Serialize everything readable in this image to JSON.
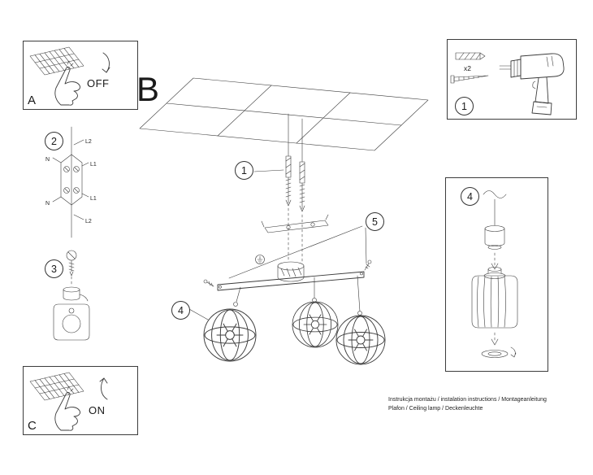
{
  "sheet": {
    "step_b_label": "B",
    "switch_off_panel": {
      "label": "A",
      "state_label": "OFF"
    },
    "switch_on_panel": {
      "label": "C",
      "state_label": "ON"
    },
    "tools_panel": {
      "step": "1",
      "dowel_qty": "x2"
    },
    "shade_panel": {
      "step": "4"
    },
    "callouts": {
      "step1": "1",
      "step2": "2",
      "step3": "3",
      "step4": "4",
      "step5": "5"
    },
    "wiring_labels": [
      "L2",
      "N",
      "L1",
      "N",
      "L1",
      "L2"
    ],
    "footer": {
      "line1": "Instrukcja montażu / instalation instructions / Montageanleitung",
      "line2": "Plafon / Ceiling lamp / Deckenleuchte"
    },
    "icons": {
      "keyboard": "keyboard-switch",
      "hand": "pressing-hand",
      "arrow": "rotate-arrow",
      "dowel": "wall-plug",
      "screw": "mounting-screw",
      "drill": "power-drill",
      "panel": "ceiling-grid",
      "terminal": "terminal-block",
      "bracket": "mounting-bracket",
      "lamp": "three-spot-ceiling-lamp",
      "shade": "wire-cage-shade"
    }
  }
}
